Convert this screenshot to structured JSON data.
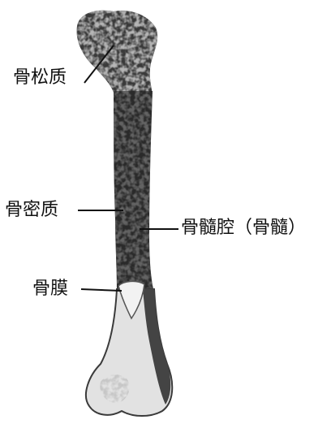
{
  "diagram": {
    "labels": {
      "cancellous_bone": "骨松质",
      "compact_bone": "骨密质",
      "marrow_cavity": "骨髓腔（骨髓）",
      "periosteum": "骨膜"
    },
    "colors": {
      "bone_dark": "#2a2a2a",
      "bone_light": "#dcdcdc",
      "ink": "#111111",
      "background": "#ffffff"
    }
  }
}
